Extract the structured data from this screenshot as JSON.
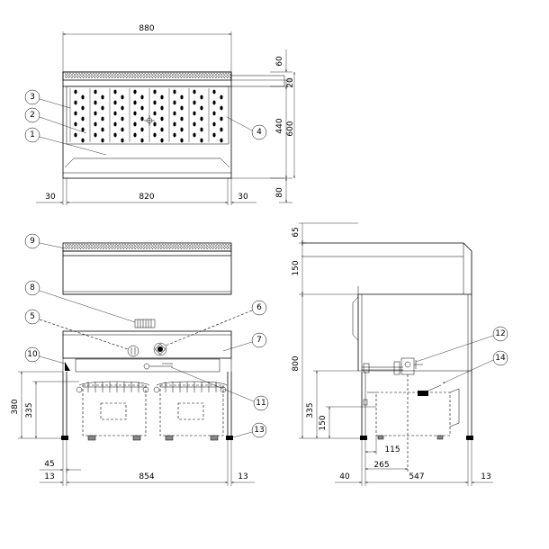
{
  "dimensions": {
    "front_top": {
      "overall_width": "880",
      "inner_width": "820",
      "left_margin": "30",
      "right_margin": "30",
      "height_60": "60",
      "height_20": "20",
      "height_440": "440",
      "height_600": "600",
      "height_80": "80"
    },
    "front_bottom": {
      "width_854": "854",
      "left_45": "45",
      "left_13": "13",
      "right_13": "13",
      "height_380": "380",
      "height_335": "335"
    },
    "side": {
      "height_65": "65",
      "height_150_top": "150",
      "height_800": "800",
      "height_335": "335",
      "height_150_bottom": "150",
      "width_115": "115",
      "width_265": "265",
      "width_40": "40",
      "width_547": "547",
      "width_13": "13"
    }
  },
  "callouts": [
    "1",
    "2",
    "3",
    "4",
    "5",
    "6",
    "7",
    "8",
    "9",
    "10",
    "11",
    "12",
    "13",
    "14"
  ]
}
